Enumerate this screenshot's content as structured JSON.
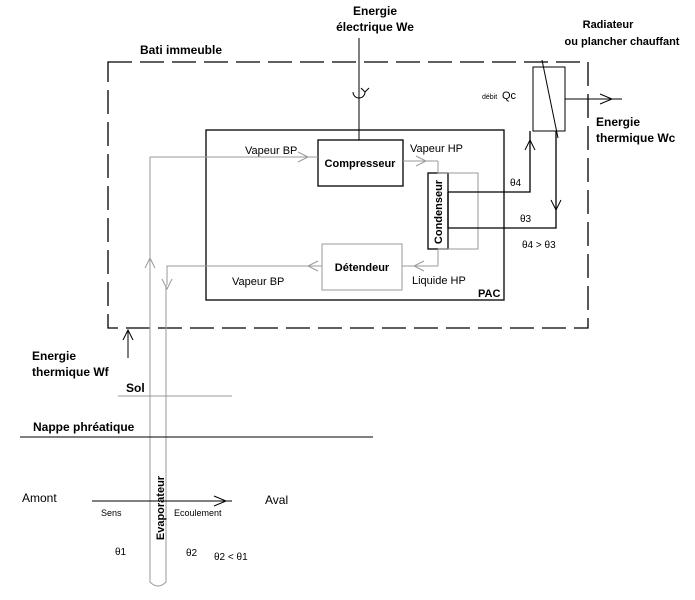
{
  "labels": {
    "energie_electrique_l1": "Energie",
    "energie_electrique_l2": "électrique We",
    "bati_immeuble": "Bati immeuble",
    "radiateur_l1": "Radiateur",
    "radiateur_l2": "ou plancher chauffant",
    "debit_prefix": "débit",
    "debit_qc": "Qc",
    "energie_thermique_wc_l1": "Energie",
    "energie_thermique_wc_l2": "thermique Wc",
    "vapeur_bp_top": "Vapeur BP",
    "compresseur": "Compresseur",
    "vapeur_hp": "Vapeur HP",
    "condenseur": "Condenseur",
    "theta4": "θ4",
    "theta3": "θ3",
    "theta4_gt_theta3": "θ4 > θ3",
    "detendeur": "Détendeur",
    "vapeur_bp_bottom": "Vapeur BP",
    "liquide_hp": "Liquide HP",
    "pac": "PAC",
    "energie_thermique_wf_l1": "Energie",
    "energie_thermique_wf_l2": "thermique Wf",
    "sol": "Sol",
    "nappe_phreatique": "Nappe phréatique",
    "amont": "Amont",
    "aval": "Aval",
    "sens": "Sens",
    "ecoulement": "Ecoulement",
    "evaporateur": "Evaporateur",
    "theta1": "θ1",
    "theta2": "θ2",
    "theta2_lt_theta1": "θ2 < θ1"
  }
}
